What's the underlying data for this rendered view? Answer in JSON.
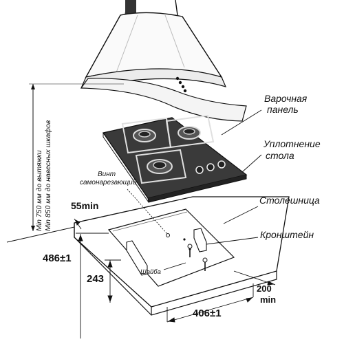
{
  "labels": {
    "cooktop_line1": "Варочная",
    "cooktop_line2": "панель",
    "seal_line1": "Уплотнение",
    "seal_line2": "стола",
    "countertop": "Столешница",
    "bracket": "Кронштейн",
    "screw_line1": "Винт",
    "screw_line2": "самонарезающий",
    "washer": "Шайба",
    "vertical_hood": "Min 750 мм до вытяжки",
    "vertical_cabinets": "Min 850 мм до навесных шкафов"
  },
  "dimensions": {
    "min55": "55min",
    "depth": "486±1",
    "inner": "243",
    "width": "406±1",
    "min200_line1": "200",
    "min200_line2": "min"
  }
}
